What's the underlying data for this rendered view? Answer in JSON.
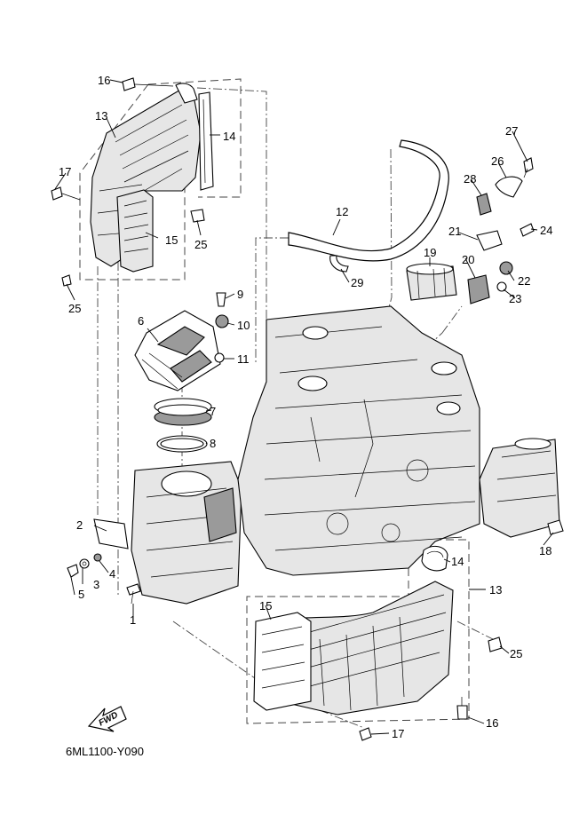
{
  "diagram": {
    "code": "6ML1100-Y090",
    "fwd_label": "FWD",
    "callouts": [
      "1",
      "2",
      "3",
      "4",
      "5",
      "6",
      "7",
      "8",
      "9",
      "10",
      "11",
      "12",
      "13",
      "14",
      "15",
      "16",
      "17",
      "18",
      "19",
      "20",
      "21",
      "22",
      "23",
      "24",
      "25",
      "26",
      "27",
      "28",
      "29"
    ],
    "callouts_repeat": [
      "13",
      "14",
      "15",
      "16",
      "17",
      "25",
      "25",
      "25",
      "14",
      "13",
      "15",
      "16",
      "17"
    ]
  }
}
